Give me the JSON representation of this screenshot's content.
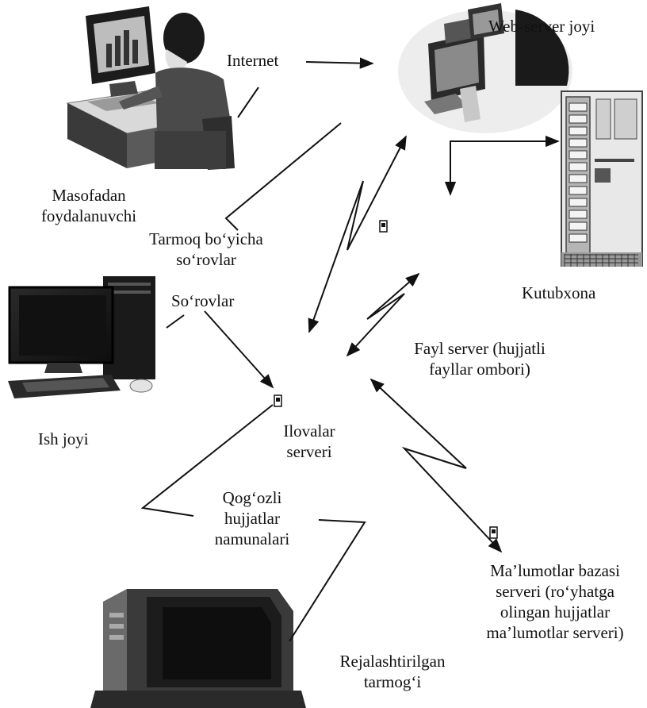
{
  "diagram": {
    "labels": {
      "internet": "Internet",
      "web_server": "Web-server joyi",
      "remote_user_line1": "Masofadan",
      "remote_user_line2": "foydalanuvchi",
      "network_requests_line1": "Tarmoq bo‘yicha",
      "network_requests_line2": "so‘rovlar",
      "requests": "So‘rovlar",
      "library": "Kutubxona",
      "file_server_line1": "Fayl server (hujjatli",
      "file_server_line2": "fayllar ombori)",
      "workplace": "Ish joyi",
      "app_server_line1": "Ilovalar",
      "app_server_line2": "serveri",
      "paper_docs_line1": "Qog‘ozli",
      "paper_docs_line2": "hujjatlar",
      "paper_docs_line3": "namunalari",
      "db_server_line1": "Ma’lumotlar bazasi",
      "db_server_line2": "serveri (ro‘yhatga",
      "db_server_line3": "olingan hujjatlar",
      "db_server_line4": "ma’lumotlar serveri)",
      "planned_network_line1": "Rejalashtirilgan",
      "planned_network_line2": "tarmog‘i"
    }
  }
}
